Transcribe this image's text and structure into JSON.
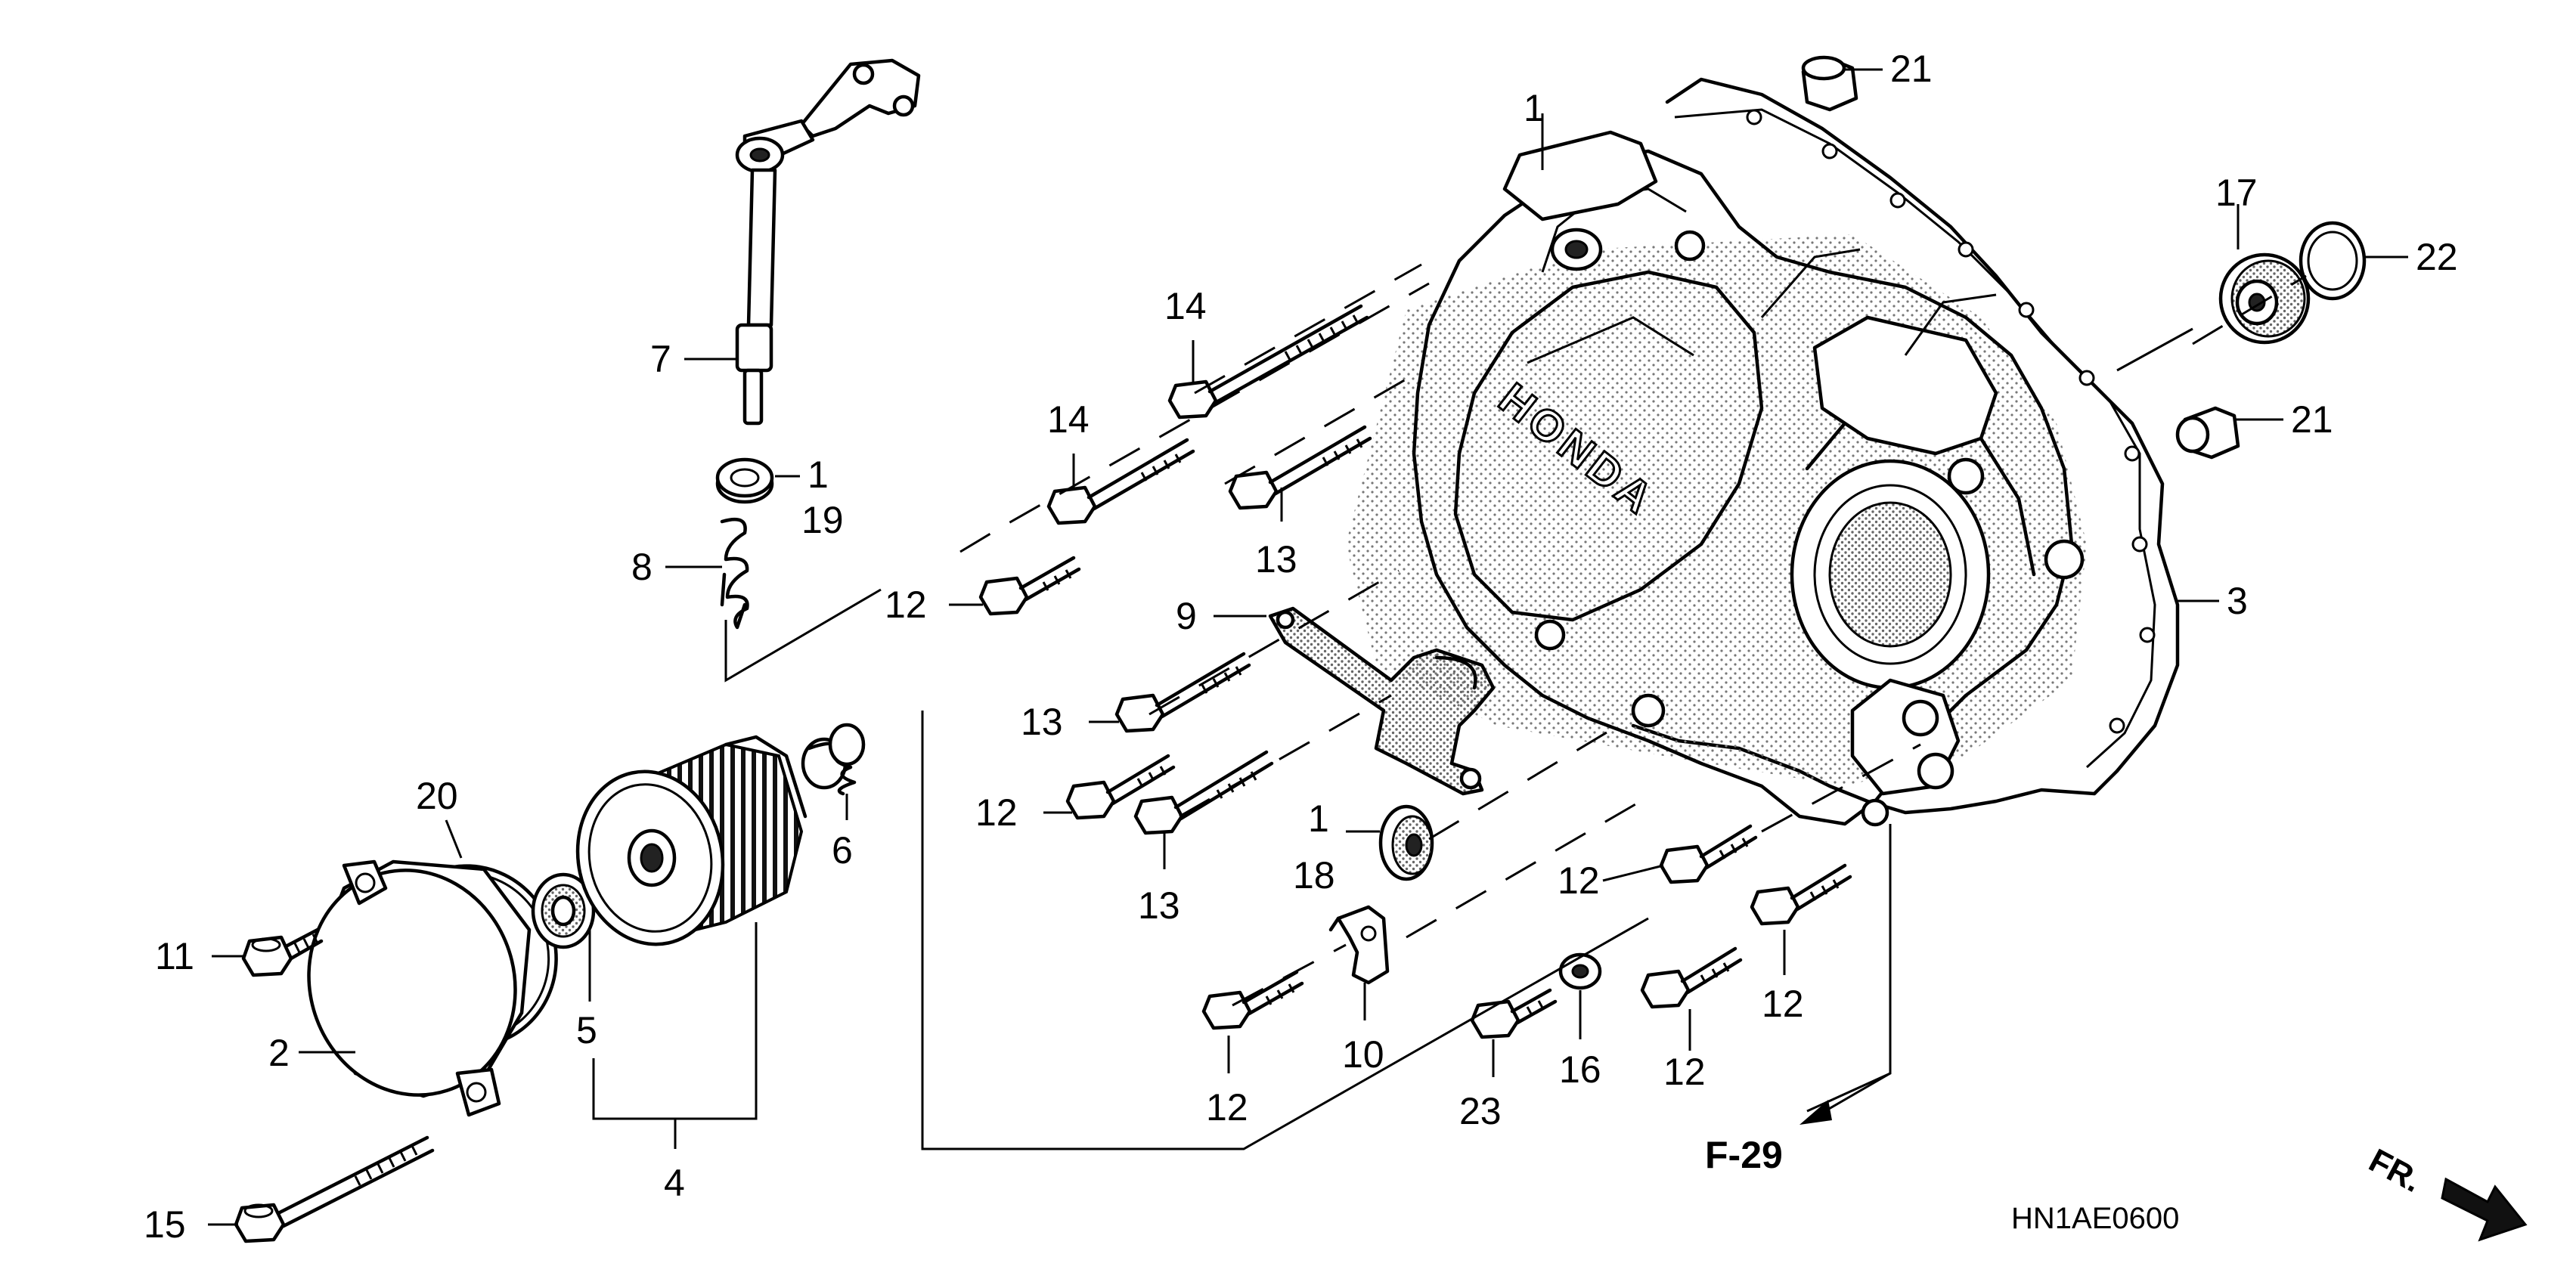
{
  "diagram": {
    "code": "HN1AE0600",
    "reference": "F-29",
    "front_marker": "FR.",
    "brand_emblem": "HONDA",
    "labels": [
      {
        "id": "l21a",
        "text": "21"
      },
      {
        "id": "l1a",
        "text": "1"
      },
      {
        "id": "l17",
        "text": "17"
      },
      {
        "id": "l22",
        "text": "22"
      },
      {
        "id": "l21b",
        "text": "21"
      },
      {
        "id": "l3",
        "text": "3"
      },
      {
        "id": "l7",
        "text": "7"
      },
      {
        "id": "l14a",
        "text": "14"
      },
      {
        "id": "l14b",
        "text": "14"
      },
      {
        "id": "l1b",
        "text": "1"
      },
      {
        "id": "l19",
        "text": "19"
      },
      {
        "id": "l8",
        "text": "8"
      },
      {
        "id": "l13a",
        "text": "13"
      },
      {
        "id": "l12a",
        "text": "12"
      },
      {
        "id": "l9",
        "text": "9"
      },
      {
        "id": "l13b",
        "text": "13"
      },
      {
        "id": "l12b",
        "text": "12"
      },
      {
        "id": "l13c",
        "text": "13"
      },
      {
        "id": "l1c",
        "text": "1"
      },
      {
        "id": "l18",
        "text": "18"
      },
      {
        "id": "l6",
        "text": "6"
      },
      {
        "id": "l20",
        "text": "20"
      },
      {
        "id": "l11",
        "text": "11"
      },
      {
        "id": "l2",
        "text": "2"
      },
      {
        "id": "l5",
        "text": "5"
      },
      {
        "id": "l4",
        "text": "4"
      },
      {
        "id": "l15",
        "text": "15"
      },
      {
        "id": "l12c",
        "text": "12"
      },
      {
        "id": "l12d",
        "text": "12"
      },
      {
        "id": "l12e",
        "text": "12"
      },
      {
        "id": "l12f",
        "text": "12"
      },
      {
        "id": "l10",
        "text": "10"
      },
      {
        "id": "l23",
        "text": "23"
      },
      {
        "id": "l16",
        "text": "16"
      }
    ]
  }
}
